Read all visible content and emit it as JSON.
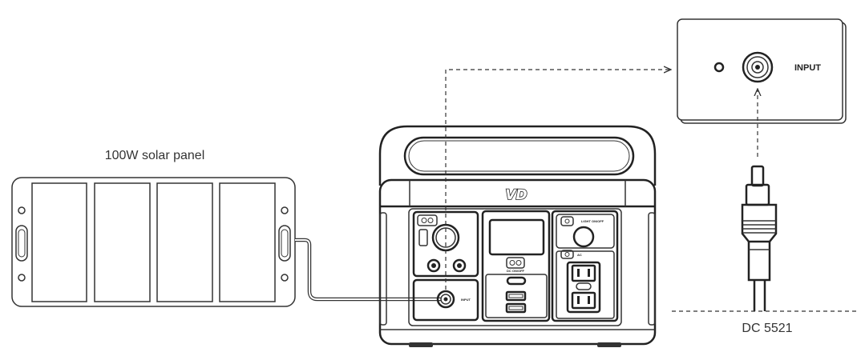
{
  "labels": {
    "solar_panel": "100W solar panel",
    "connector": "DC 5521"
  },
  "inset": {
    "input_label": "INPUT"
  },
  "station": {
    "logo": "VD",
    "input_label": "INPUT",
    "dc_button_label": "DC ON/OFF",
    "light_button_label": "LIGHT ON/OFF",
    "ac_label": "AC"
  },
  "colors": {
    "line": "#333333",
    "background": "#ffffff"
  }
}
